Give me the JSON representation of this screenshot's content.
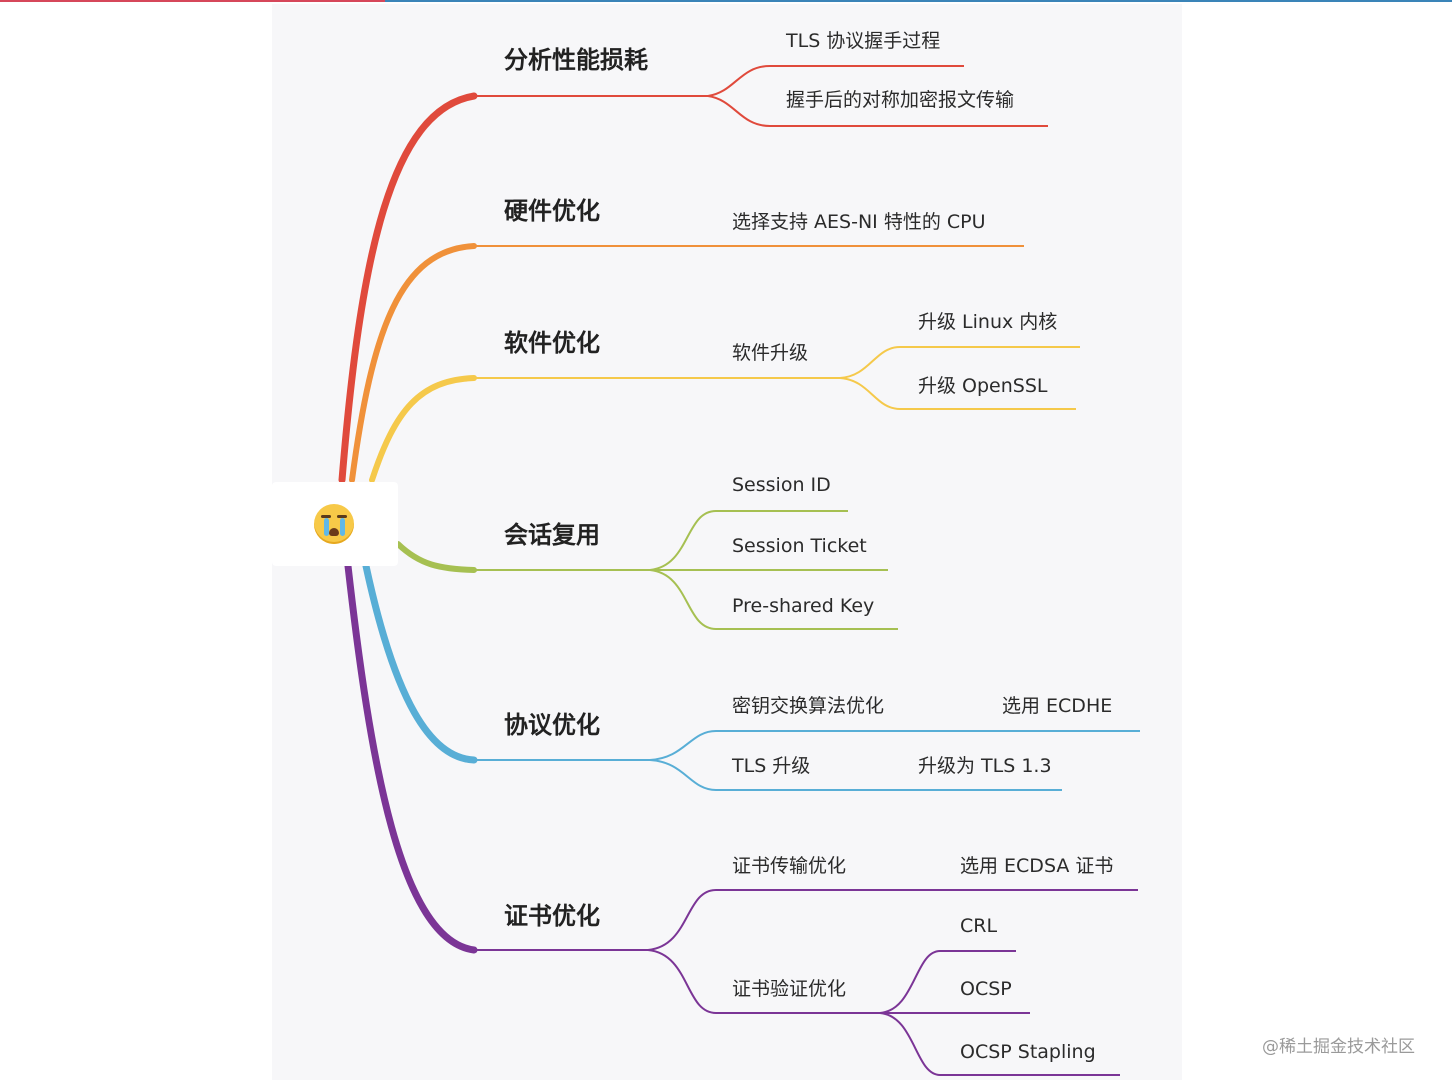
{
  "branches": [
    {
      "label": "分析性能损耗",
      "color": "#e04a3c",
      "children": [
        {
          "label": "TLS 协议握手过程"
        },
        {
          "label": "握手后的对称加密报文传输"
        }
      ]
    },
    {
      "label": "硬件优化",
      "color": "#f0913a",
      "children": [
        {
          "label": "选择支持 AES-NI 特性的 CPU"
        }
      ]
    },
    {
      "label": "软件优化",
      "color": "#f5c94b",
      "children": [
        {
          "label": "软件升级",
          "children": [
            {
              "label": "升级 Linux 内核"
            },
            {
              "label": "升级 OpenSSL"
            }
          ]
        }
      ]
    },
    {
      "label": "会话复用",
      "color": "#a6c052",
      "children": [
        {
          "label": "Session ID"
        },
        {
          "label": "Session Ticket"
        },
        {
          "label": "Pre-shared Key"
        }
      ]
    },
    {
      "label": "协议优化",
      "color": "#58aed6",
      "children": [
        {
          "label": "密钥交换算法优化",
          "children": [
            {
              "label": "选用 ECDHE"
            }
          ]
        },
        {
          "label": "TLS 升级",
          "children": [
            {
              "label": "升级为 TLS 1.3"
            }
          ]
        }
      ]
    },
    {
      "label": "证书优化",
      "color": "#7b3596",
      "children": [
        {
          "label": "证书传输优化",
          "children": [
            {
              "label": "选用 ECDSA 证书"
            }
          ]
        },
        {
          "label": "证书验证优化",
          "children": [
            {
              "label": "CRL"
            },
            {
              "label": "OCSP"
            },
            {
              "label": "OCSP Stapling"
            }
          ]
        }
      ]
    }
  ],
  "watermark": "@稀土掘金技术社区"
}
